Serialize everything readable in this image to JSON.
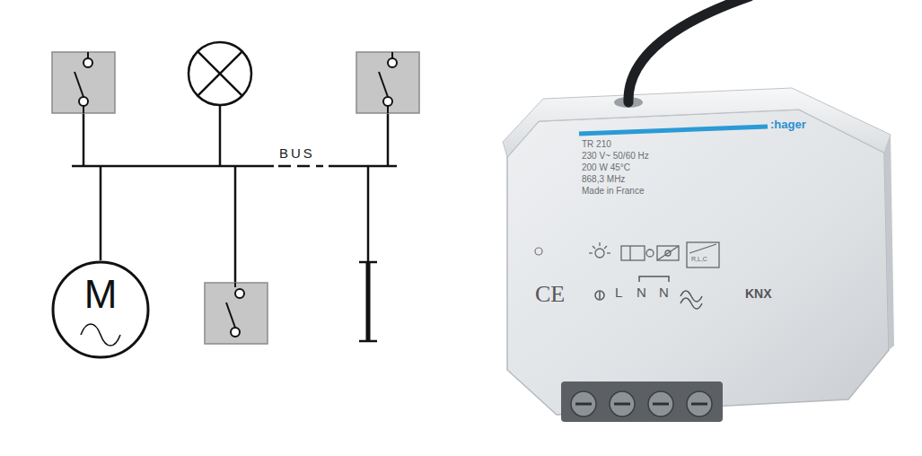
{
  "diagram": {
    "nodes": [
      {
        "text": [
          "M"
        ]
      }
    ],
    "labels": [
      "BUS",
      ":hager",
      "TR 210",
      "230 V~ 50/60 Hz",
      "200 W 45°C",
      "868,3 MHz",
      "Made in France",
      "R,L,C",
      "CE",
      "L",
      "N",
      "N",
      "KNX"
    ]
  }
}
